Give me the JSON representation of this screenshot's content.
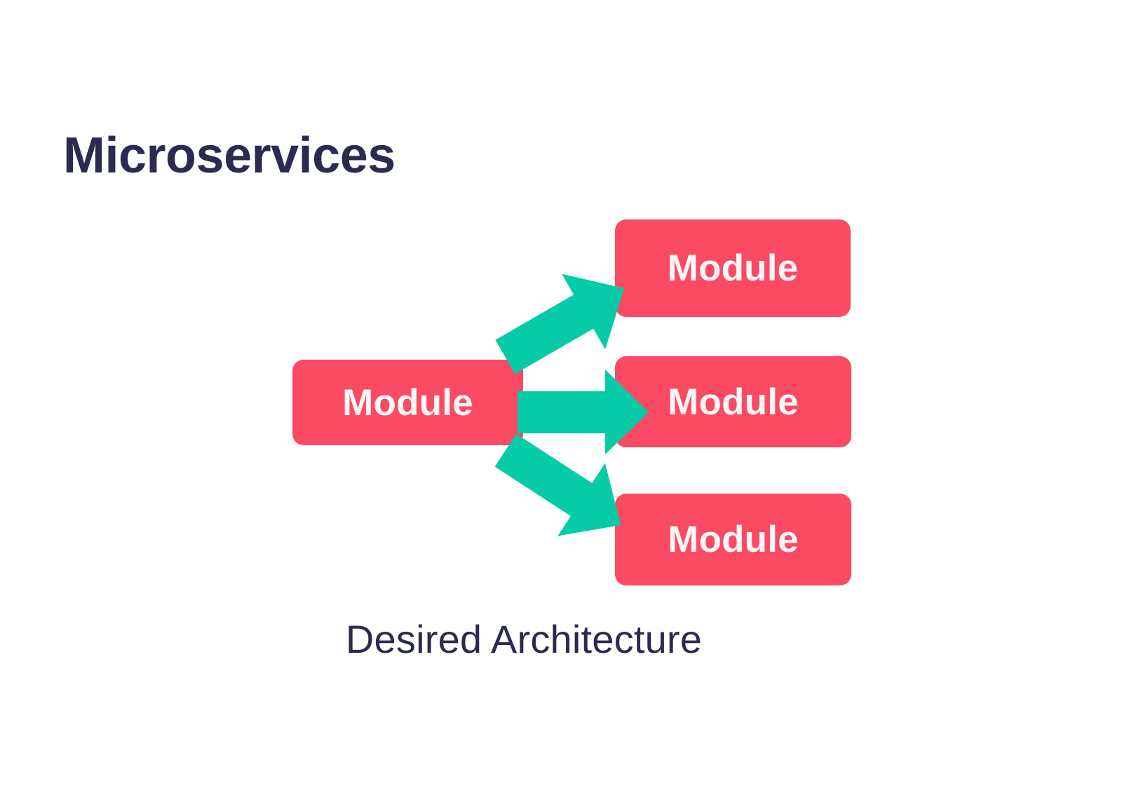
{
  "theme": {
    "background": "#ffffff",
    "navy": "#2B2A50",
    "module_red": "#FB4A63",
    "arrow_teal": "#05CCA7",
    "module_text": "#F7F5F5"
  },
  "title": "Microservices",
  "caption": "Desired Architecture",
  "diagram": {
    "type": "block-flow",
    "source": {
      "label": "Module"
    },
    "targets": [
      {
        "label": "Module"
      },
      {
        "label": "Module"
      },
      {
        "label": "Module"
      }
    ],
    "arrows": [
      {
        "name": "arrow-up-right",
        "direction": "up-right",
        "from": "module-source",
        "to": "module-target-1"
      },
      {
        "name": "arrow-right",
        "direction": "right",
        "from": "module-source",
        "to": "module-target-2"
      },
      {
        "name": "arrow-down-right",
        "direction": "down-right",
        "from": "module-source",
        "to": "module-target-3"
      }
    ]
  }
}
